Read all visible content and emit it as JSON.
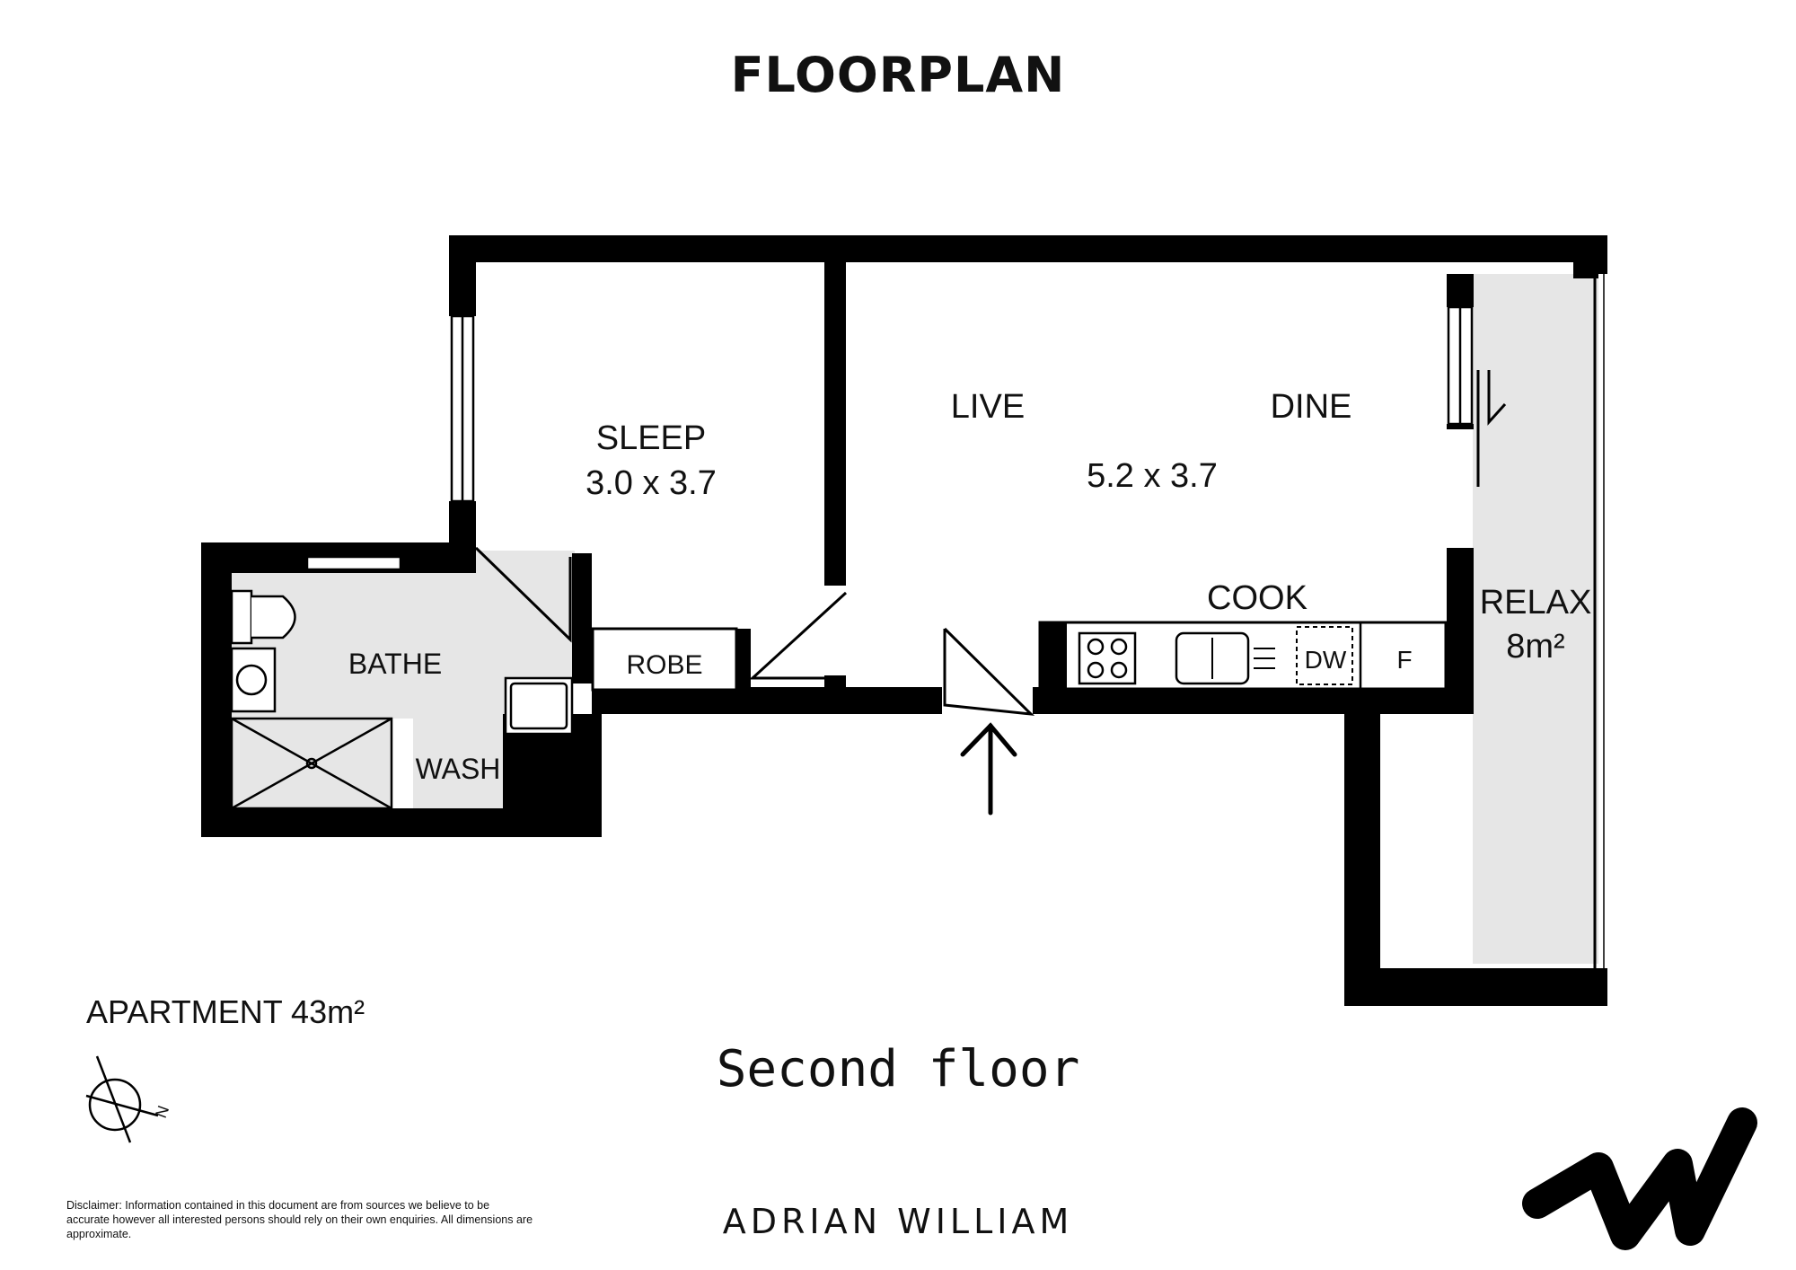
{
  "title": "FLOORPLAN",
  "subtitle": "Second floor",
  "apartment_area": "APARTMENT 43m²",
  "brand": "ADRIAN WILLIAM",
  "disclaimer": "Disclaimer: Information contained in this document are from sources we believe to be accurate however all interested persons should rely on their own enquiries. All dimensions are approximate.",
  "compass_label": "N",
  "rooms": {
    "sleep": {
      "name": "SLEEP",
      "size": "3.0 x 3.7"
    },
    "live": {
      "name": "LIVE"
    },
    "dine": {
      "name": "DINE"
    },
    "living_size": "5.2 x 3.7",
    "cook": {
      "name": "COOK"
    },
    "relax": {
      "name": "RELAX",
      "size": "8m²"
    },
    "bathe": {
      "name": "BATHE"
    },
    "wash": {
      "name": "WASH"
    },
    "robe": {
      "name": "ROBE"
    }
  },
  "appliances": {
    "dishwasher": "DW",
    "fridge": "F"
  },
  "colors": {
    "wall": "#000000",
    "wet_area": "#e6e6e6",
    "balcony": "#e6e6e6",
    "background": "#ffffff"
  }
}
